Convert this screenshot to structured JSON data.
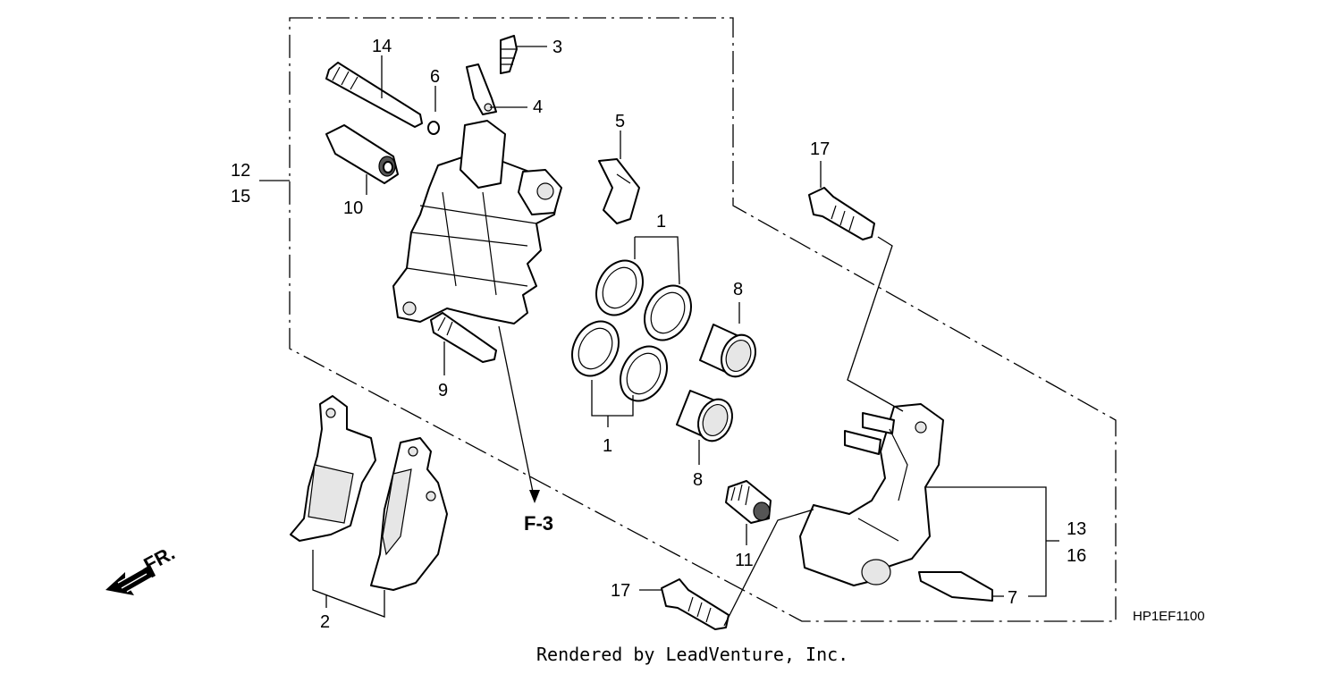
{
  "labels": {
    "l1_top": "1",
    "l1_bottom": "1",
    "l2": "2",
    "l3": "3",
    "l4": "4",
    "l5": "5",
    "l6": "6",
    "l7": "7",
    "l8_top": "8",
    "l8_bottom": "8",
    "l9": "9",
    "l10": "10",
    "l11": "11",
    "l12": "12",
    "l15": "15",
    "l13": "13",
    "l16": "16",
    "l14": "14",
    "l17_top": "17",
    "l17_bottom": "17"
  },
  "reference": "F-3",
  "direction": "FR.",
  "diagram_code": "HP1EF1100",
  "credit": "Rendered by LeadVenture, Inc."
}
